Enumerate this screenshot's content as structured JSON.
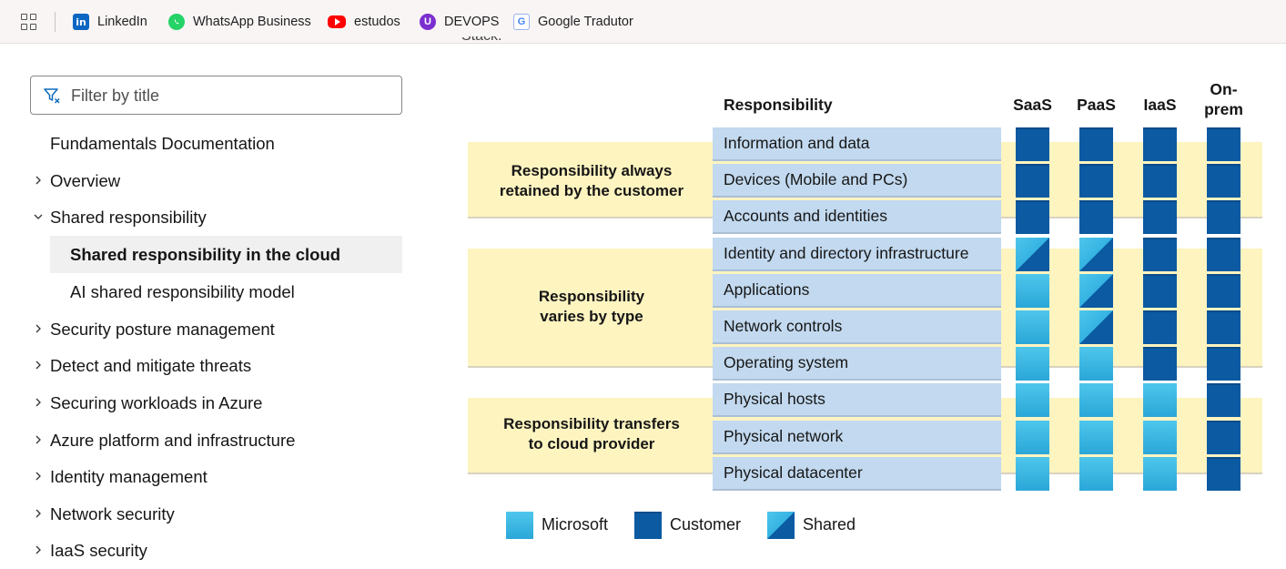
{
  "bookmarks": {
    "items": [
      {
        "label": "LinkedIn",
        "icon": "linkedin-icon"
      },
      {
        "label": "WhatsApp Business",
        "icon": "whatsapp-icon"
      },
      {
        "label": "estudos",
        "icon": "youtube-icon"
      },
      {
        "label": "DEVOPS",
        "icon": "devops-icon"
      },
      {
        "label": "Google Tradutor",
        "icon": "google-translate-icon"
      }
    ]
  },
  "sidebar": {
    "filter_placeholder": "Filter by title",
    "items": [
      {
        "label": "Fundamentals Documentation"
      },
      {
        "label": "Overview"
      },
      {
        "label": "Shared responsibility"
      },
      {
        "label": "Shared responsibility in the cloud"
      },
      {
        "label": "AI shared responsibility model"
      },
      {
        "label": "Security posture management"
      },
      {
        "label": "Detect and mitigate threats"
      },
      {
        "label": "Securing workloads in Azure"
      },
      {
        "label": "Azure platform and infrastructure"
      },
      {
        "label": "Identity management"
      },
      {
        "label": "Network security"
      },
      {
        "label": "IaaS security"
      }
    ]
  },
  "diagram": {
    "cut_text": "Stack.",
    "headers": {
      "responsibility": "Responsibility",
      "columns": [
        "SaaS",
        "PaaS",
        "IaaS",
        "On-\nprem"
      ]
    },
    "bands": [
      {
        "label": "Responsibility always\nretained by the customer"
      },
      {
        "label": "Responsibility\nvaries by type"
      },
      {
        "label": "Responsibility transfers\nto cloud provider"
      }
    ],
    "rows": [
      {
        "label": "Information and data",
        "cells": [
          "customer",
          "customer",
          "customer",
          "customer"
        ]
      },
      {
        "label": "Devices (Mobile and PCs)",
        "cells": [
          "customer",
          "customer",
          "customer",
          "customer"
        ]
      },
      {
        "label": "Accounts and identities",
        "cells": [
          "customer",
          "customer",
          "customer",
          "customer"
        ]
      },
      {
        "label": "Identity and directory infrastructure",
        "cells": [
          "shared",
          "shared",
          "customer",
          "customer"
        ]
      },
      {
        "label": "Applications",
        "cells": [
          "microsoft",
          "shared",
          "customer",
          "customer"
        ]
      },
      {
        "label": "Network controls",
        "cells": [
          "microsoft",
          "shared",
          "customer",
          "customer"
        ]
      },
      {
        "label": "Operating system",
        "cells": [
          "microsoft",
          "microsoft",
          "customer",
          "customer"
        ]
      },
      {
        "label": "Physical hosts",
        "cells": [
          "microsoft",
          "microsoft",
          "microsoft",
          "customer"
        ]
      },
      {
        "label": "Physical network",
        "cells": [
          "microsoft",
          "microsoft",
          "microsoft",
          "customer"
        ]
      },
      {
        "label": "Physical datacenter",
        "cells": [
          "microsoft",
          "microsoft",
          "microsoft",
          "customer"
        ]
      }
    ],
    "legend": [
      {
        "label": "Microsoft",
        "key": "microsoft"
      },
      {
        "label": "Customer",
        "key": "customer"
      },
      {
        "label": "Shared",
        "key": "shared"
      }
    ],
    "colors": {
      "microsoft": "#35b3e2",
      "customer": "#0b5aa2",
      "band": "#fef4c0",
      "row": "#c2d9ef"
    }
  }
}
